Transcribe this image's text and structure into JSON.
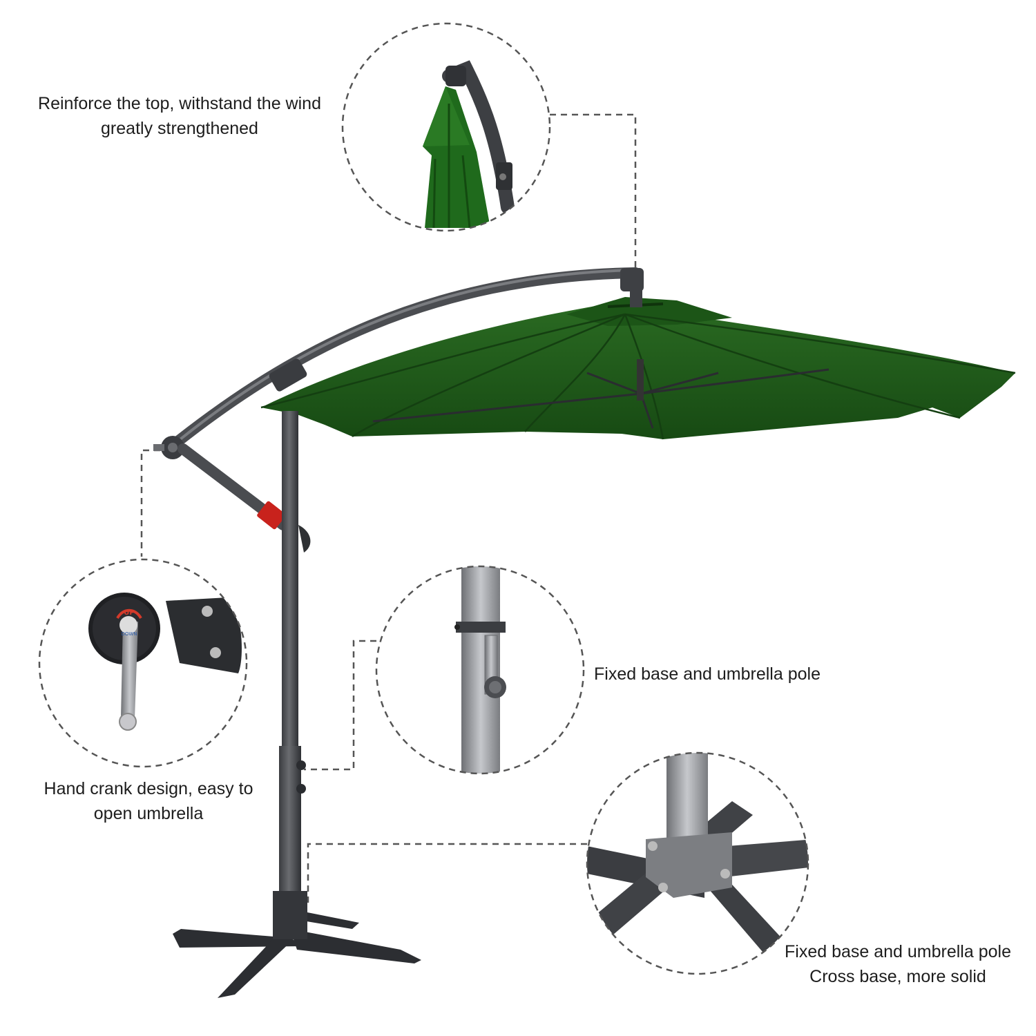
{
  "captions": {
    "top": {
      "line1": "Reinforce the top, withstand the wind",
      "line2": "greatly strengthened"
    },
    "crank": {
      "line1": "Hand crank design, easy to",
      "line2": "open umbrella"
    },
    "pole": {
      "line1": "Fixed base and umbrella pole"
    },
    "base": {
      "line1": "Fixed base and umbrella pole",
      "line2": "Cross base, more solid"
    }
  },
  "crank_label": {
    "up": "UP",
    "down": "DOWN"
  },
  "colors": {
    "canopy": "#1f5c1a",
    "canopy_dark": "#123d0f",
    "frame": "#4a4c50",
    "frame_light": "#8a8c90",
    "pole_silver": "#9a9ca0",
    "accent_red": "#c8221c",
    "dash": "#555555"
  }
}
